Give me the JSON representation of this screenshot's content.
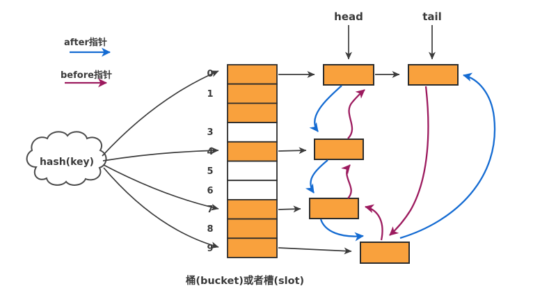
{
  "legend": {
    "after_label": "after指针",
    "before_label": "before指针"
  },
  "colors": {
    "after": "#146BD2",
    "before": "#9C1A5E",
    "node_fill": "#F9A13D",
    "empty_fill": "#FFFFFF",
    "arrow_black": "#3b3b3b"
  },
  "cloud": {
    "label": "hash(key)"
  },
  "pointers": {
    "head_label": "head",
    "tail_label": "tail"
  },
  "buckets": {
    "caption": "桶(bucket)或者槽(slot)",
    "cells": [
      {
        "label": "0",
        "fill": "#F9A13D"
      },
      {
        "label": "1",
        "fill": "#F9A13D"
      },
      {
        "label": "",
        "fill": "#F9A13D"
      },
      {
        "label": "3",
        "fill": "#FFFFFF"
      },
      {
        "label": "4",
        "fill": "#F9A13D"
      },
      {
        "label": "5",
        "fill": "#FFFFFF"
      },
      {
        "label": "6",
        "fill": "#FFFFFF"
      },
      {
        "label": "7",
        "fill": "#F9A13D"
      },
      {
        "label": "8",
        "fill": "#F9A13D"
      },
      {
        "label": "9",
        "fill": "#F9A13D"
      }
    ]
  },
  "edges": {
    "hash_arrows": [
      "hash(key)→bucket 0",
      "hash(key)→bucket 4",
      "hash(key)→bucket 7",
      "hash(key)→bucket 9"
    ],
    "bucket_chain_arrows": [
      "bucket 0→head node",
      "head node→tail node",
      "bucket 4→node C",
      "bucket 7→node D",
      "bucket 9→node E"
    ],
    "after_arrows": [
      "head node→node C",
      "node C→node D",
      "node D→node E",
      "node E→tail node"
    ],
    "before_arrows": [
      "node C→head node",
      "node D→node C",
      "node E→node D",
      "tail node→node E"
    ]
  }
}
